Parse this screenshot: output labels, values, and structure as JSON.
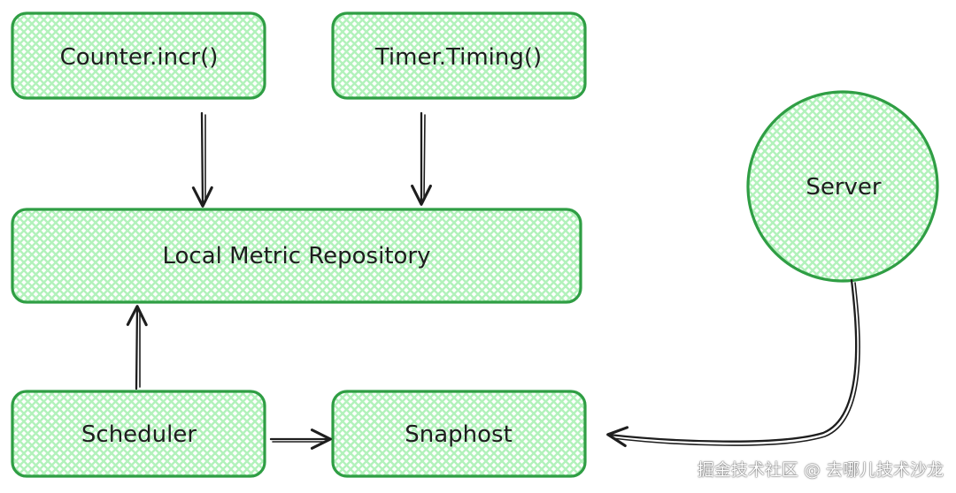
{
  "colors": {
    "node_stroke": "#2f9e44",
    "node_fill": "#b2f2bb",
    "arrow": "#1e1e1e",
    "background": "#ffffff"
  },
  "nodes": {
    "counter": "Counter.incr()",
    "timer": "Timer.Timing()",
    "repository": "Local Metric Repository",
    "server": "Server",
    "scheduler": "Scheduler",
    "snapshot": "Snaphost"
  },
  "watermark": "掘金技术社区 @ 去哪儿技术沙龙"
}
